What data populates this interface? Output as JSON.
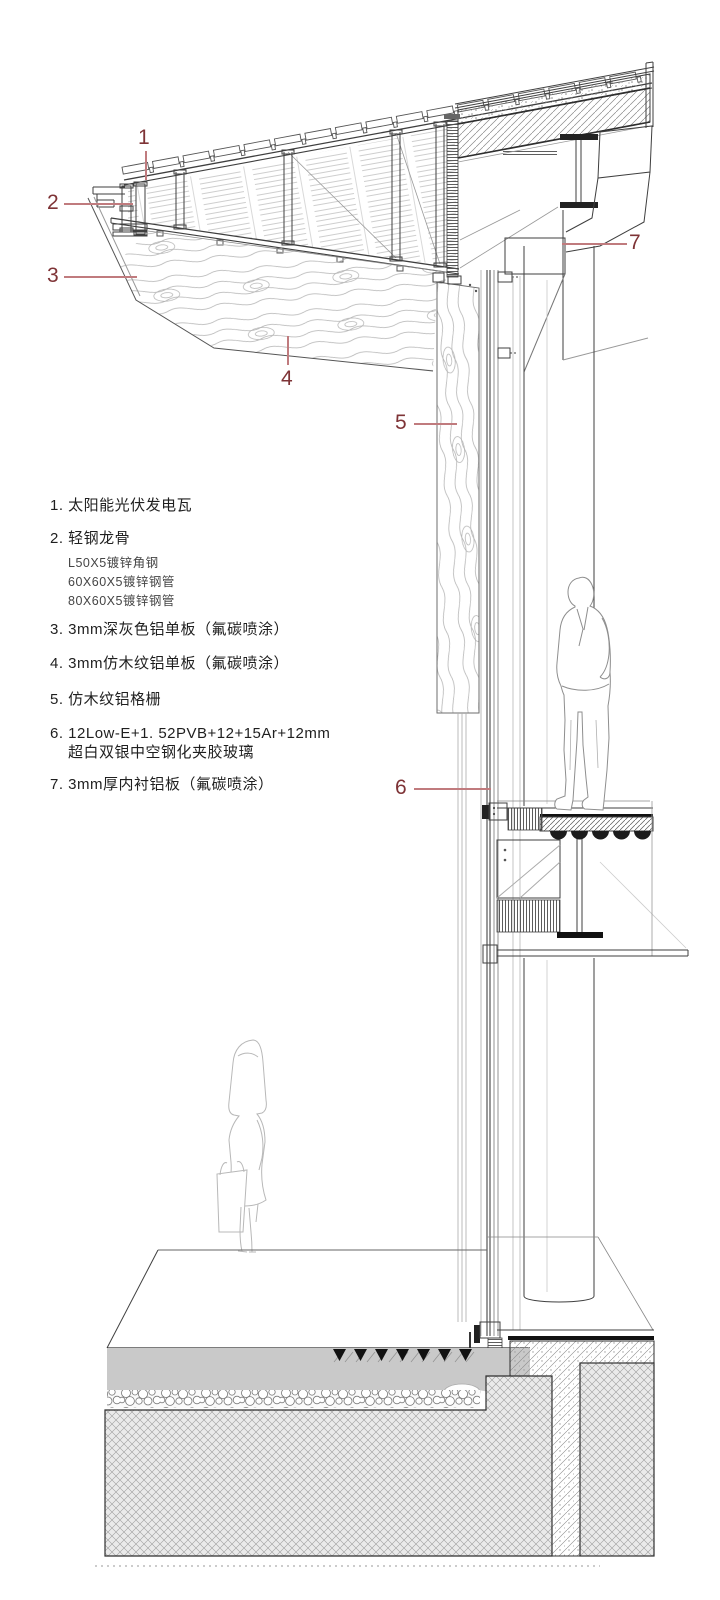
{
  "callouts": {
    "labels": [
      "1",
      "2",
      "3",
      "4",
      "5",
      "6",
      "7"
    ]
  },
  "legend": {
    "items": [
      {
        "label": "1. 太阳能光伏发电瓦"
      },
      {
        "label": "2. 轻钢龙骨",
        "subs": [
          "L50X5镀锌角钢",
          "60X60X5镀锌钢管",
          "80X60X5镀锌钢管"
        ]
      },
      {
        "label": "3. 3mm深灰色铝单板（氟碳喷涂）"
      },
      {
        "label": "4. 3mm仿木纹铝单板（氟碳喷涂）"
      },
      {
        "label": "5. 仿木纹铝格栅"
      },
      {
        "label": "6. 12Low-E+1. 52PVB+12+15Ar+12mm",
        "line2": "超白双银中空钢化夹胶玻璃"
      },
      {
        "label": "7. 3mm厚内衬铝板（氟碳喷涂）"
      }
    ]
  },
  "colors": {
    "callout_text": "#7e3336",
    "leader_line": "#c07b7e",
    "concrete_gray": "#c9c9c9",
    "linework": "#3f3f3f"
  }
}
